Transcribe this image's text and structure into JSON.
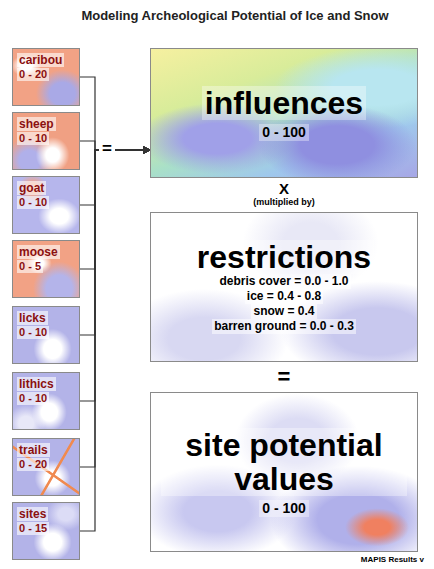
{
  "diagram": {
    "title": "Modeling Archeological Potential of Ice and Snow",
    "nodes": [
      {
        "text": [
          "caribou",
          "0 - 20"
        ]
      },
      {
        "text": [
          "sheep",
          "0 - 10"
        ]
      },
      {
        "text": [
          "goat",
          "0 - 10"
        ]
      },
      {
        "text": [
          "moose",
          "0 - 5"
        ]
      },
      {
        "text": [
          "licks",
          "0 - 10"
        ]
      },
      {
        "text": [
          "lithics",
          "0 - 10"
        ]
      },
      {
        "text": [
          "trails",
          "0 - 20"
        ]
      },
      {
        "text": [
          "sites",
          "0 - 15"
        ]
      },
      {
        "text": [
          "influences",
          "0 - 100"
        ]
      },
      {
        "text": [
          "restrictions",
          "debris cover = 0.0 - 1.0",
          "ice = 0.4 - 0.8",
          "snow = 0.4",
          "barren ground = 0.0 - 0.3"
        ]
      },
      {
        "text": [
          "site potential values",
          "0 - 100"
        ]
      }
    ],
    "edges": [
      {
        "from": 0,
        "to": 8,
        "arrow": "to"
      },
      {
        "from": 1,
        "to": 8,
        "arrow": "to"
      },
      {
        "from": 2,
        "to": 8,
        "arrow": "to"
      },
      {
        "from": 3,
        "to": 8,
        "arrow": "to"
      },
      {
        "from": 4,
        "to": 8,
        "arrow": "to"
      },
      {
        "from": 5,
        "to": 8,
        "arrow": "to"
      },
      {
        "from": 6,
        "to": 8,
        "arrow": "to"
      },
      {
        "from": 7,
        "to": 8,
        "arrow": "to"
      }
    ],
    "labels": [
      "=",
      "X",
      "(multiplied by)",
      "=",
      "MAPIS Results v"
    ]
  }
}
